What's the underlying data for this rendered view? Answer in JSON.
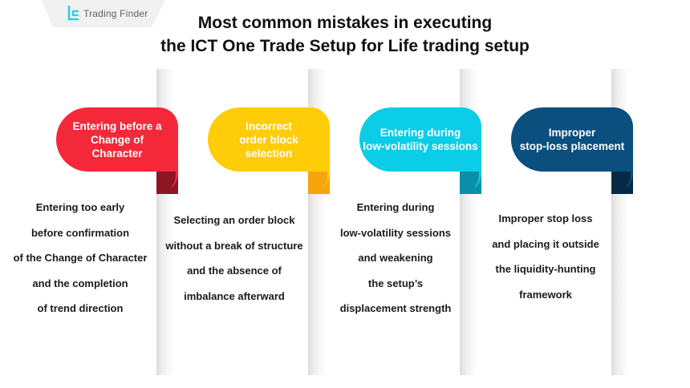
{
  "brand": {
    "name": "Trading Finder",
    "accent": "#2ecfe0"
  },
  "title": {
    "line1": "Most common mistakes in executing",
    "line2": "the ICT One Trade Setup for Life trading setup"
  },
  "columns": [
    {
      "heading_lines": [
        "Entering before a",
        "Change of Character"
      ],
      "color": "#f5283a",
      "fold_color": "#8e1522",
      "description_lines": [
        "Entering too early",
        "before confirmation",
        "of the Change of Character",
        "and the completion",
        "of trend direction"
      ]
    },
    {
      "heading_lines": [
        "Incorrect",
        "order block",
        "selection"
      ],
      "color": "#fecd07",
      "fold_color": "#f8a40e",
      "description_lines": [
        "Selecting an order block",
        "without a break of structure",
        "and the absence of",
        "imbalance afterward"
      ]
    },
    {
      "heading_lines": [
        "Entering during",
        "low-volatility sessions"
      ],
      "color": "#0bcde7",
      "fold_color": "#0a8fa8",
      "description_lines": [
        "Entering during",
        "low-volatility sessions",
        "and weakening",
        "the setup’s",
        "displacement strength"
      ]
    },
    {
      "heading_lines": [
        "Improper",
        "stop-loss placement"
      ],
      "color": "#0a4f7e",
      "fold_color": "#052a45",
      "description_lines": [
        "Improper stop loss",
        "and placing it outside",
        "the liquidity-hunting",
        "framework"
      ]
    }
  ]
}
